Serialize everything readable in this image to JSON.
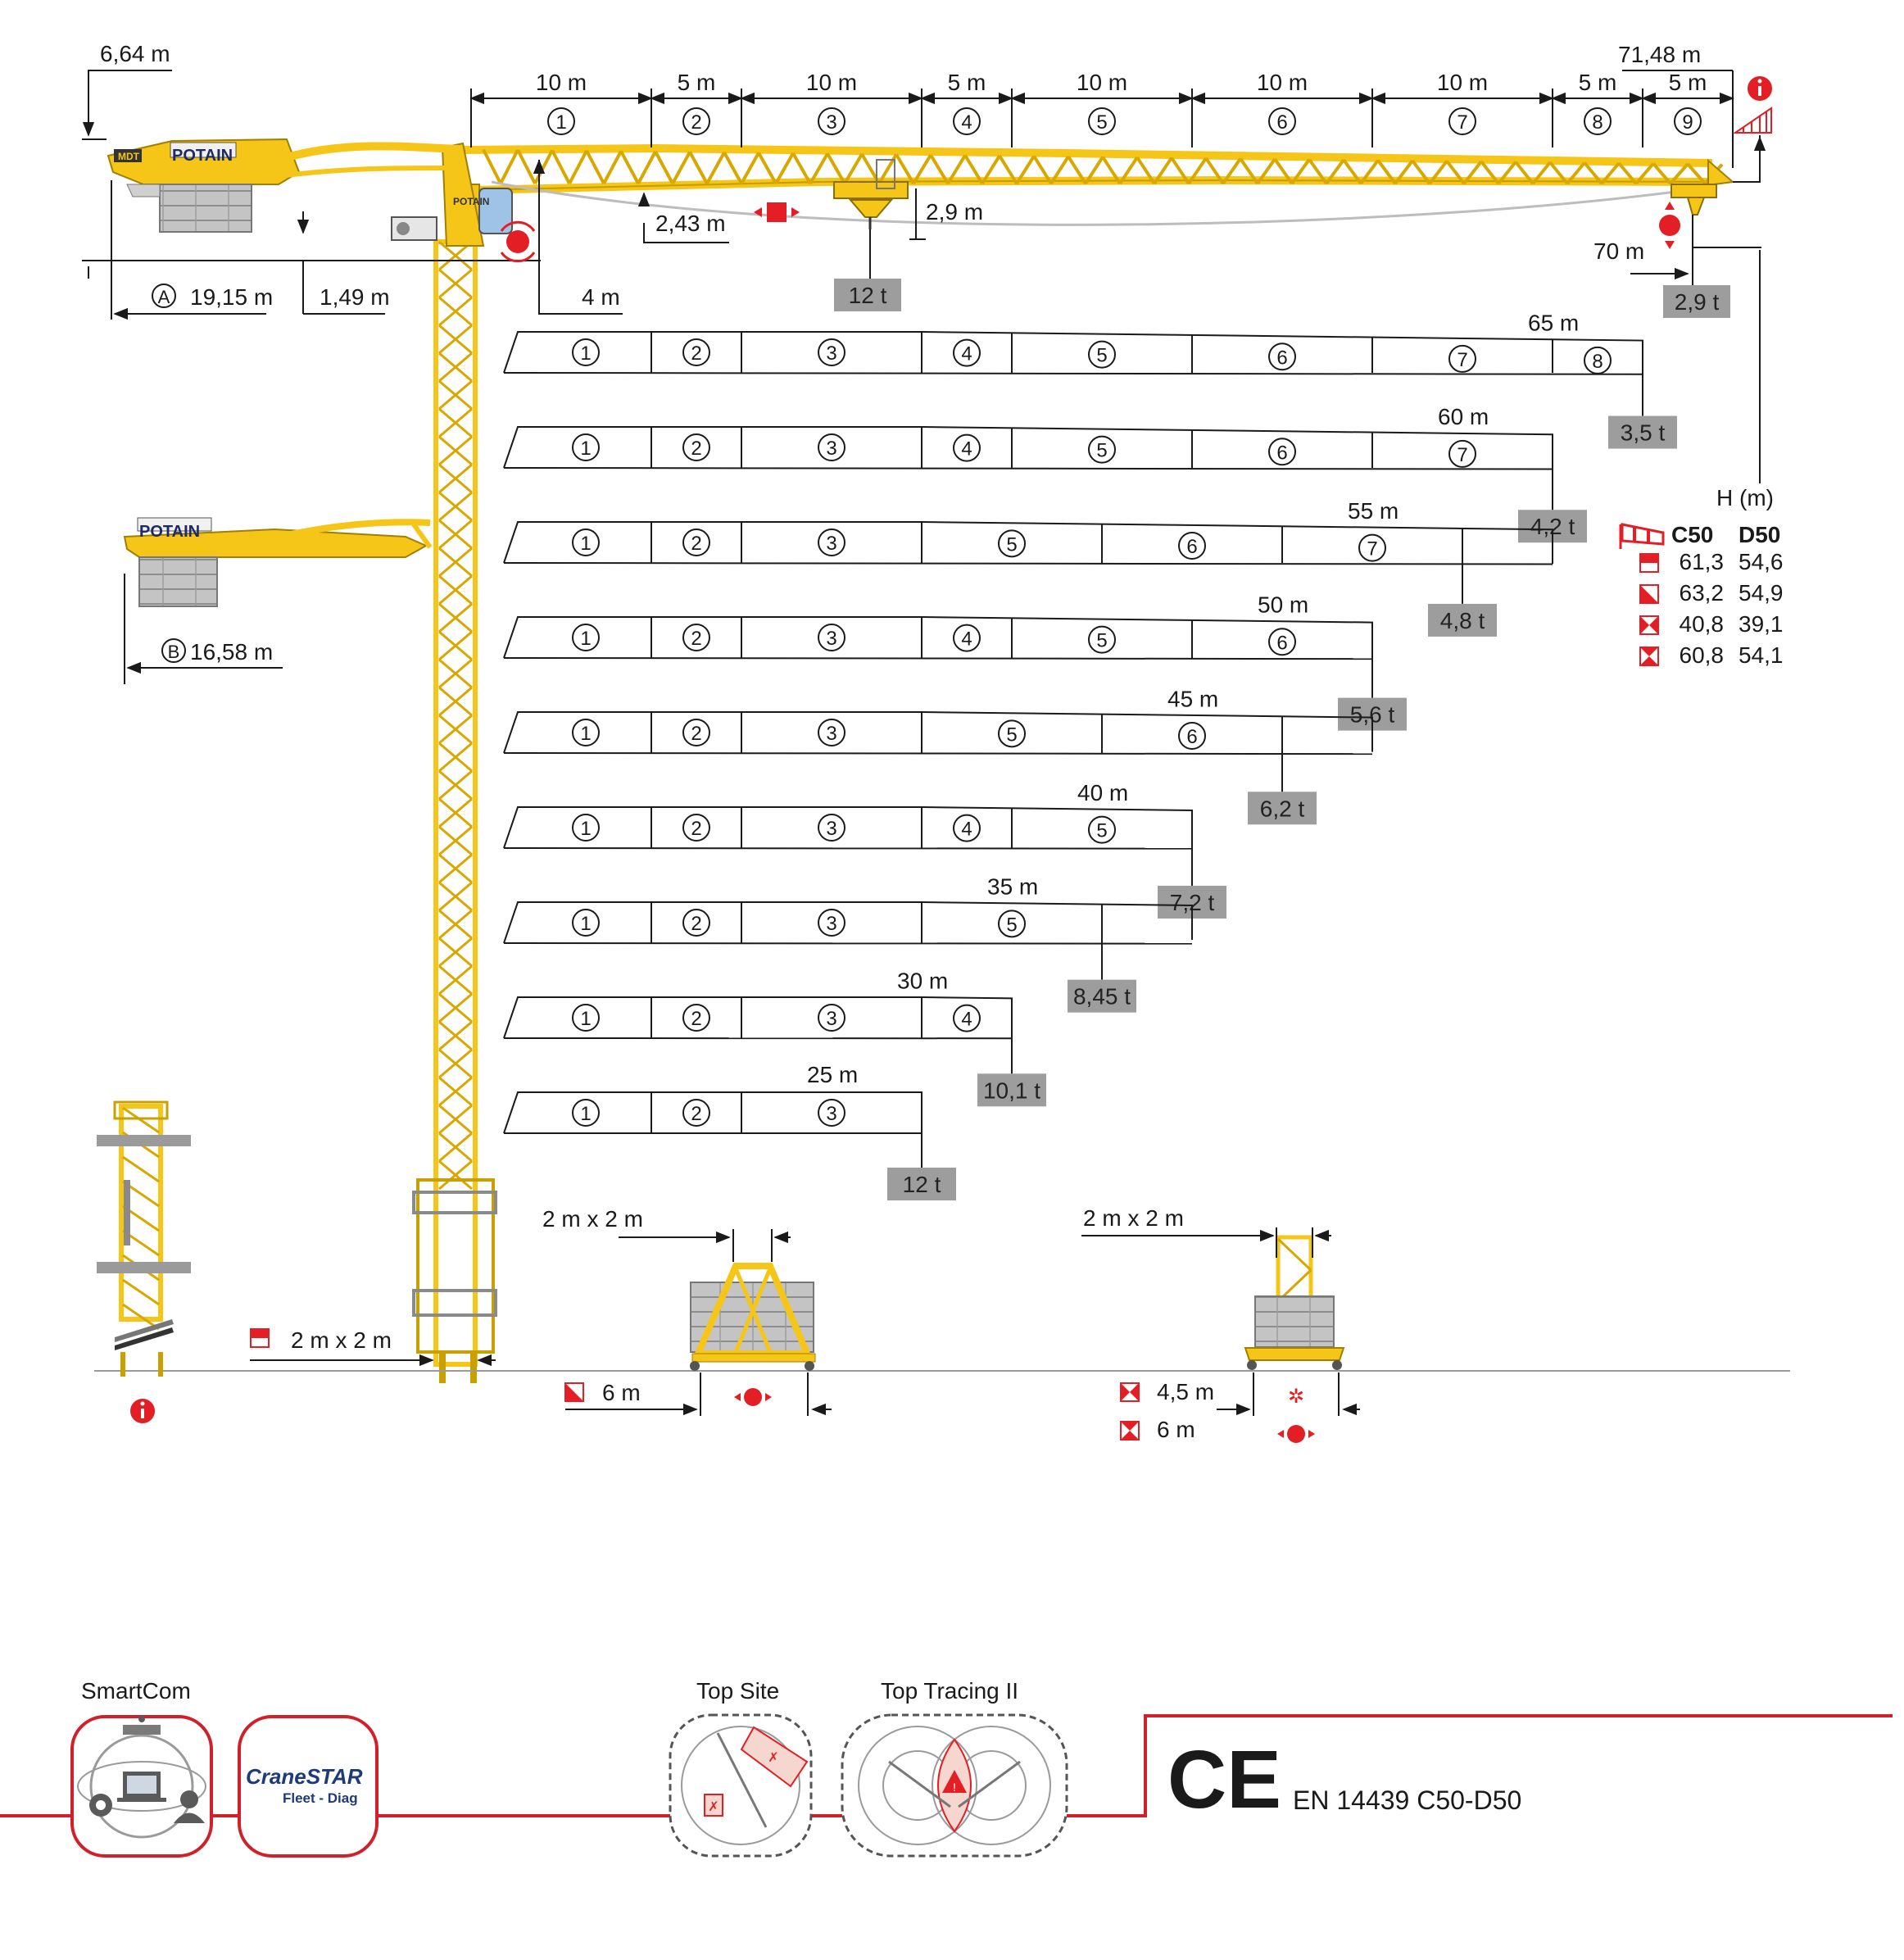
{
  "brand": {
    "cab_logo": "POTAIN",
    "counterjib_tag": "MDT",
    "counterjib_logo": "POTAIN",
    "counterjib_b_logo": "POTAIN"
  },
  "colors": {
    "crane_yellow": "#f5c518",
    "crane_outline": "#9a7a00",
    "accent_red": "#e31e24",
    "load_box": "#9d9d9d",
    "ballast": "#bdbdbd",
    "line": "#1a1a1a"
  },
  "dimensions": {
    "top_height": "6,64 m",
    "max_radius": "71,48 m",
    "trolley_gap": "2,43 m",
    "hook_drop": "2,9 m",
    "tip_radius": "70 m",
    "counterjib_a": "19,15 m",
    "counterjib_a_letter": "A",
    "counterjib_a_height": "1,49 m",
    "slew_offset": "4 m",
    "counterjib_b": "16,58 m",
    "counterjib_b_letter": "B",
    "jib_sections": [
      {
        "length": "10 m",
        "num": "1"
      },
      {
        "length": "5 m",
        "num": "2"
      },
      {
        "length": "10 m",
        "num": "3"
      },
      {
        "length": "5 m",
        "num": "4"
      },
      {
        "length": "10 m",
        "num": "5"
      },
      {
        "length": "10 m",
        "num": "6"
      },
      {
        "length": "10 m",
        "num": "7"
      },
      {
        "length": "5 m",
        "num": "8"
      },
      {
        "length": "5 m",
        "num": "9"
      }
    ]
  },
  "loads": {
    "max_load": "12 t",
    "tip_load": "2,9 t"
  },
  "jib_configs": [
    {
      "length": "65 m",
      "load": "3,5 t",
      "sections": [
        "1",
        "2",
        "3",
        "4",
        "5",
        "6",
        "7",
        "8"
      ]
    },
    {
      "length": "60 m",
      "load": "4,2 t",
      "sections": [
        "1",
        "2",
        "3",
        "4",
        "5",
        "6",
        "7"
      ]
    },
    {
      "length": "55 m",
      "load": "4,8 t",
      "sections": [
        "1",
        "2",
        "3",
        "5",
        "6",
        "7"
      ]
    },
    {
      "length": "50 m",
      "load": "5,6 t",
      "sections": [
        "1",
        "2",
        "3",
        "4",
        "5",
        "6"
      ]
    },
    {
      "length": "45 m",
      "load": "6,2 t",
      "sections": [
        "1",
        "2",
        "3",
        "5",
        "6"
      ]
    },
    {
      "length": "40 m",
      "load": "7,2 t",
      "sections": [
        "1",
        "2",
        "3",
        "4",
        "5"
      ]
    },
    {
      "length": "35 m",
      "load": "8,45 t",
      "sections": [
        "1",
        "2",
        "3",
        "5"
      ]
    },
    {
      "length": "30 m",
      "load": "10,1 t",
      "sections": [
        "1",
        "2",
        "3",
        "4"
      ]
    },
    {
      "length": "25 m",
      "load": "12 t",
      "sections": [
        "1",
        "2",
        "3"
      ]
    }
  ],
  "height_table": {
    "header": "H (m)",
    "col1": "C50",
    "col2": "D50",
    "rows": [
      {
        "icon": "fixed-anchor-icon",
        "c50": "61,3",
        "d50": "54,6"
      },
      {
        "icon": "ballasted-base-icon",
        "c50": "63,2",
        "d50": "54,9"
      },
      {
        "icon": "travelling-4-5-icon",
        "c50": "40,8",
        "d50": "39,1"
      },
      {
        "icon": "travelling-6-icon",
        "c50": "60,8",
        "d50": "54,1"
      }
    ]
  },
  "bases": {
    "mast_section": "2 m x 2 m",
    "ballast_mast": "2 m x 2 m",
    "ballast_track": "6 m",
    "rail_mast": "2 m x 2 m",
    "rail_gauge_1": "4,5 m",
    "rail_gauge_2": "6 m"
  },
  "footer": {
    "smartcom_label": "SmartCom",
    "cranestar_name": "CraneSTAR",
    "cranestar_sub": "Fleet - Diag",
    "topsite_label": "Top Site",
    "toptracing_label": "Top Tracing II",
    "ce_mark": "CE",
    "norm": "EN 14439 C50-D50"
  }
}
